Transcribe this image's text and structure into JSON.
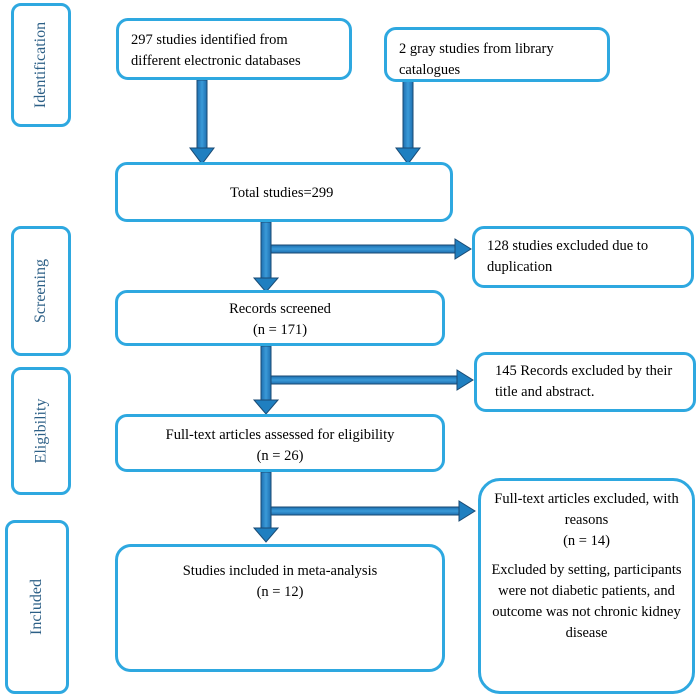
{
  "stages": {
    "identification": "Identification",
    "screening": "Screening",
    "eligibility": "Eligibility",
    "included": "Included"
  },
  "boxes": {
    "databases": "297 studies identified from different electronic databases",
    "gray": "2 gray studies from library catalogues",
    "total": "Total studies=299",
    "duplicates": "128 studies excluded due to duplication",
    "screened_line1": "Records screened",
    "screened_line2": "(n = 171)",
    "title_excluded": "145 Records excluded by their title and abstract.",
    "fulltext_line1": "Full-text articles assessed for eligibility",
    "fulltext_line2": "(n = 26)",
    "fulltext_excluded_line1": "Full-text articles excluded, with reasons",
    "fulltext_excluded_line2": "(n = 14)",
    "fulltext_excluded_reasons": "Excluded by setting, participants were not diabetic patients, and outcome was not chronic kidney disease",
    "included_line1": "Studies included in meta-analysis",
    "included_line2": "(n = 12)"
  },
  "colors": {
    "box_border": "#2ea8e0",
    "arrow": "#1f7fc0",
    "arrow_outline": "#1a4a73",
    "stage_text": "#2c5f86"
  }
}
